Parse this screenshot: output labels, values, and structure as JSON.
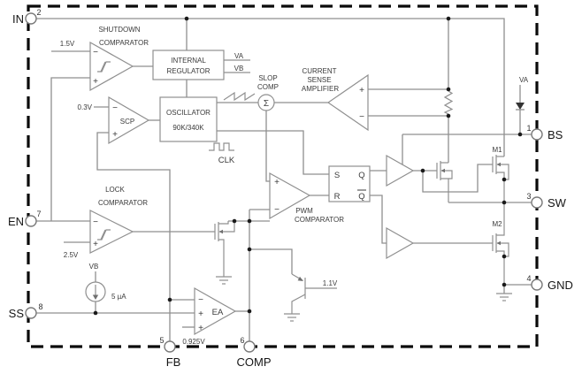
{
  "title": "DC-DC converter functional block diagram",
  "colors": {
    "wire": "#8f8f8f",
    "ink": "#3a3a3a",
    "border": "#0a0a0a",
    "background": "#ffffff"
  },
  "pins": {
    "in": {
      "number": "2",
      "label": "IN"
    },
    "en": {
      "number": "7",
      "label": "EN"
    },
    "ss": {
      "number": "8",
      "label": "SS"
    },
    "fb": {
      "number": "5",
      "label": "FB"
    },
    "comp": {
      "number": "6",
      "label": "COMP"
    },
    "bs": {
      "number": "1",
      "label": "BS"
    },
    "sw": {
      "number": "3",
      "label": "SW"
    },
    "gnd": {
      "number": "4",
      "label": "GND"
    }
  },
  "blocks": {
    "shutdown1": "SHUTDOWN",
    "shutdown2": "COMPARATOR",
    "internal1": "INTERNAL",
    "internal2": "REGULATOR",
    "osc1": "OSCILLATOR",
    "osc2": "90K/340K",
    "scp": "SCP",
    "lock1": "LOCK",
    "lock2": "COMPARATOR",
    "pwm1": "PWM",
    "pwm2": "COMPARATOR",
    "csa1": "CURRENT",
    "csa2": "SENSE",
    "csa3": "AMPLIFIER",
    "slop1": "SLOP",
    "slop2": "COMP",
    "clk": "CLK",
    "ea": "EA",
    "latch_s": "S",
    "latch_r": "R",
    "latch_q": "Q",
    "latch_qbar": "Q",
    "m1": "M1",
    "m2": "M2"
  },
  "refs": {
    "v1_5": "1.5V",
    "v0_3": "0.3V",
    "v2_5": "2.5V",
    "va_out": "VA",
    "vb_out": "VB",
    "vb_src": "VB",
    "i_ss": "5 µA",
    "v0_925": "0.925V",
    "v1_1": "1.1V",
    "va_diode": "VA"
  },
  "signs": {
    "plus": "+",
    "minus": "−",
    "sigma": "Σ"
  }
}
